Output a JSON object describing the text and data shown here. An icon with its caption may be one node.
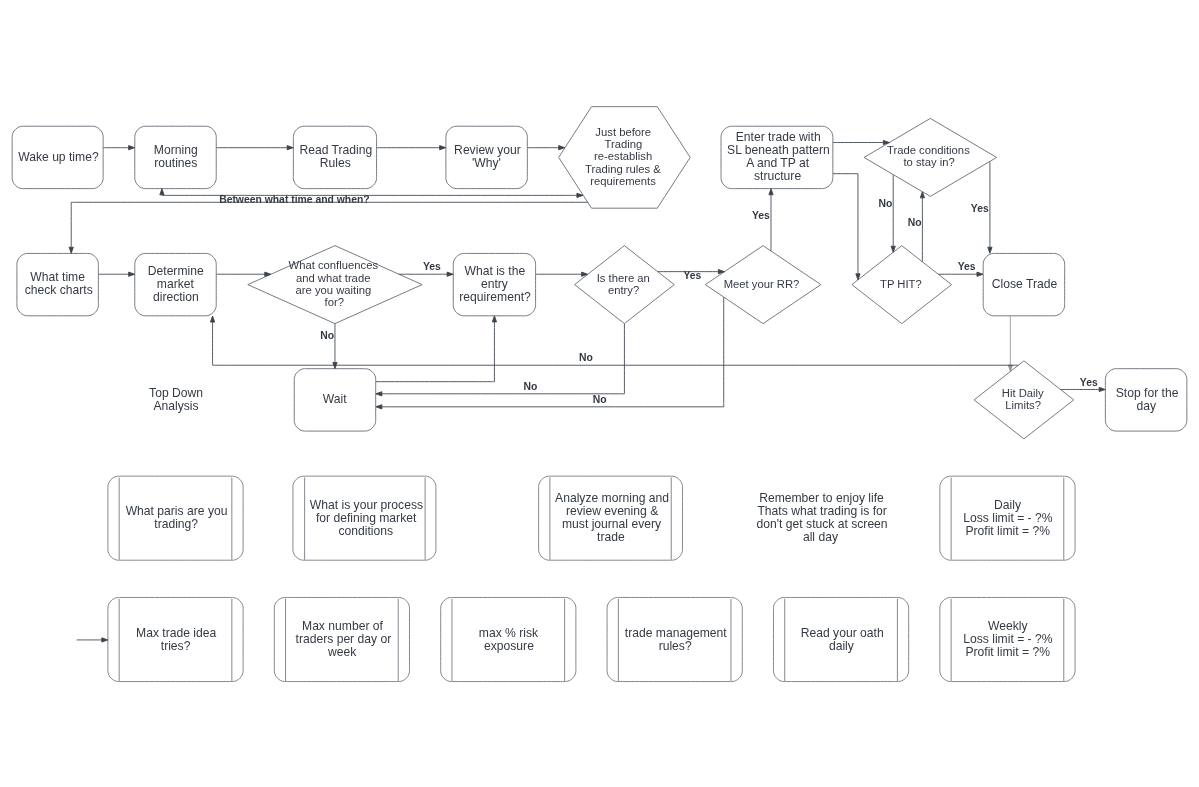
{
  "diagram": {
    "nodes": [
      {
        "text": [
          "Wake up time?"
        ]
      },
      {
        "text": [
          "Morning routines"
        ]
      },
      {
        "text": [
          "Read Trading Rules"
        ]
      },
      {
        "text": [
          "Review your 'Why'"
        ]
      },
      {
        "text": [
          "Just before Trading re-establish Trading rules & requirements"
        ]
      },
      {
        "text": [
          "What time check charts"
        ]
      },
      {
        "text": [
          "Determine market direction"
        ]
      },
      {
        "text": [
          "What confluences and what trade are you waiting for?"
        ]
      },
      {
        "text": [
          "What is the entry requirement?"
        ]
      },
      {
        "text": [
          "Is there an entry?"
        ]
      },
      {
        "text": [
          "Meet your RR?"
        ]
      },
      {
        "text": [
          "Enter trade with SL beneath pattern A and TP at structure"
        ]
      },
      {
        "text": [
          "Trade conditions to stay in?"
        ]
      },
      {
        "text": [
          "TP HIT?"
        ]
      },
      {
        "text": [
          "Close Trade"
        ]
      },
      {
        "text": [
          "Wait"
        ]
      },
      {
        "text": [
          "Hit Daily Limits?"
        ]
      },
      {
        "text": [
          "Stop for the day"
        ]
      },
      {
        "text": [
          "What paris are you trading?"
        ]
      },
      {
        "text": [
          "What is your process for defining market conditions"
        ]
      },
      {
        "text": [
          "Analyze morning and review evening & must journal every trade"
        ]
      },
      {
        "text": [
          "Daily",
          "Loss limit = - ?%",
          "Profit limit = ?%"
        ]
      },
      {
        "text": [
          "Max trade idea tries?"
        ]
      },
      {
        "text": [
          "Max number of traders per day or week"
        ]
      },
      {
        "text": [
          "max % risk exposure"
        ]
      },
      {
        "text": [
          "trade management rules?"
        ]
      },
      {
        "text": [
          "Read your oath daily"
        ]
      },
      {
        "text": [
          "Weekly",
          "Loss limit = - ?%",
          "Profit limit = ?%"
        ]
      }
    ],
    "edges": [
      {
        "from": 0,
        "to": 1,
        "arrow": "to"
      },
      {
        "from": 1,
        "to": 2,
        "arrow": "to"
      },
      {
        "from": 2,
        "to": 3,
        "arrow": "to"
      },
      {
        "from": 3,
        "to": 4,
        "arrow": "to"
      },
      {
        "from": 1,
        "to": 4,
        "arrow": "both",
        "label": "Between what time and when?"
      },
      {
        "from": 4,
        "to": 5,
        "arrow": "to"
      },
      {
        "from": 5,
        "to": 6,
        "arrow": "to"
      },
      {
        "from": 6,
        "to": 7,
        "arrow": "to"
      },
      {
        "from": 7,
        "to": 8,
        "arrow": "to",
        "label": "Yes"
      },
      {
        "from": 7,
        "to": 15,
        "arrow": "to",
        "label": "No"
      },
      {
        "from": 15,
        "to": 8,
        "arrow": "to"
      },
      {
        "from": 8,
        "to": 9,
        "arrow": "to"
      },
      {
        "from": 9,
        "to": 10,
        "arrow": "to",
        "label": "Yes"
      },
      {
        "from": 9,
        "to": 15,
        "arrow": "to",
        "label": "No"
      },
      {
        "from": 10,
        "to": 15,
        "arrow": "to",
        "label": "No"
      },
      {
        "from": 10,
        "to": 11,
        "arrow": "to",
        "label": "Yes"
      },
      {
        "from": 11,
        "to": 12,
        "arrow": "to"
      },
      {
        "from": 11,
        "to": 13,
        "arrow": "to"
      },
      {
        "from": 12,
        "to": 13,
        "arrow": "to",
        "label": "No"
      },
      {
        "from": 13,
        "to": 12,
        "arrow": "to",
        "label": "No"
      },
      {
        "from": 12,
        "to": 14,
        "arrow": "to",
        "label": "Yes"
      },
      {
        "from": 13,
        "to": 14,
        "arrow": "to",
        "label": "Yes"
      },
      {
        "from": 14,
        "to": 16,
        "arrow": "to",
        "color": "#8e9399"
      },
      {
        "from": 16,
        "to": 17,
        "arrow": "to",
        "label": "Yes"
      },
      {
        "from": 16,
        "to": 6,
        "arrow": "to",
        "label": "No"
      },
      {
        "from": null,
        "to": 22,
        "arrow": "to"
      }
    ],
    "labels": [
      "Top Down Analysis",
      "Remember to enjoy life Thats what trading is for don't get stuck at screen all day"
    ]
  }
}
